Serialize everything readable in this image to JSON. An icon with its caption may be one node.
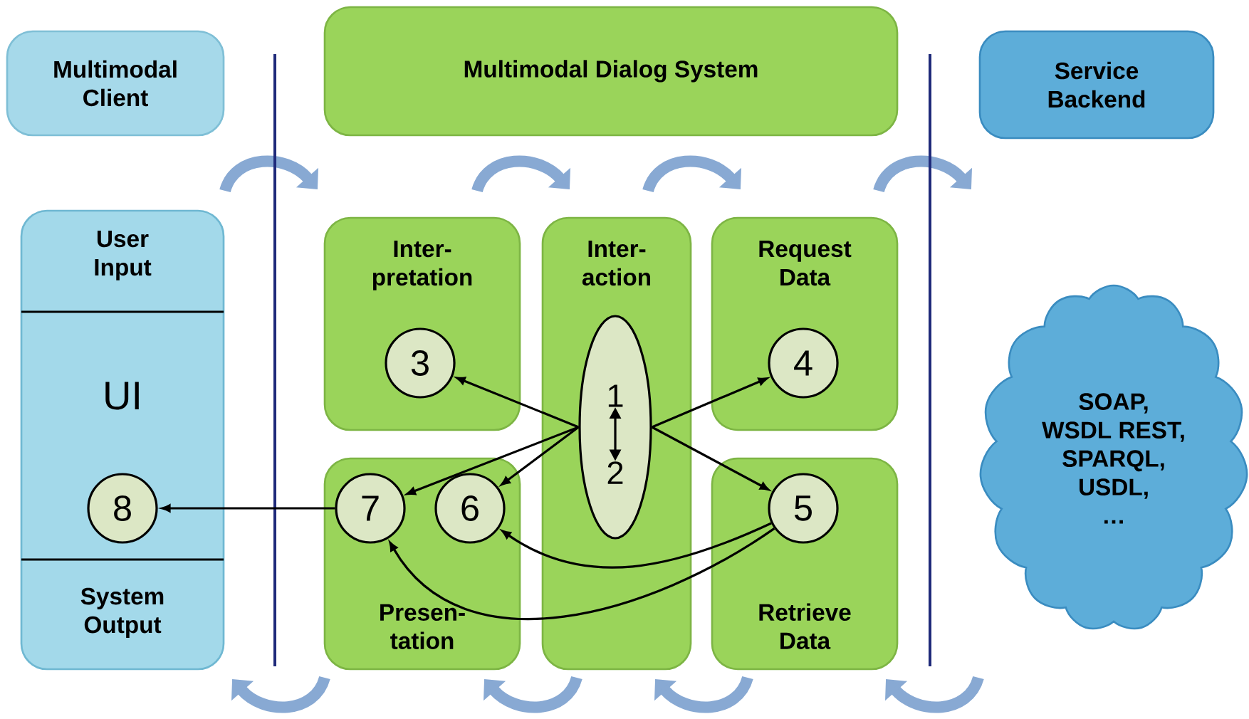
{
  "diagram": {
    "nodes": [
      {
        "text": [
          "Multimodal Client"
        ]
      },
      {
        "text": [
          "Multimodal Dialog System"
        ]
      },
      {
        "text": [
          "Service Backend"
        ]
      },
      {
        "text": [
          "User Input",
          "UI",
          "System Output"
        ]
      },
      {
        "text": [
          "8"
        ],
        "in": 3
      },
      {
        "text": [
          "Inter-pretation"
        ]
      },
      {
        "text": [
          "3"
        ],
        "in": 5
      },
      {
        "text": [
          "Inter-action"
        ]
      },
      {
        "text": [],
        "shape": "ellipse",
        "in": 7
      },
      {
        "text": [
          "1"
        ],
        "in": 8
      },
      {
        "text": [
          "2"
        ],
        "in": 8
      },
      {
        "text": [
          "Request Data"
        ]
      },
      {
        "text": [
          "4"
        ],
        "in": 11
      },
      {
        "text": [
          "Presen-tation"
        ]
      },
      {
        "text": [
          "7"
        ],
        "in": 13
      },
      {
        "text": [
          "6"
        ],
        "in": 13
      },
      {
        "text": [
          "Retrieve Data"
        ]
      },
      {
        "text": [
          "5"
        ],
        "in": 16
      },
      {
        "text": [
          "SOAP,",
          "WSDL REST,",
          "SPARQL,",
          "USDL,",
          "…"
        ]
      }
    ],
    "edges": [
      {
        "from": 9,
        "to": 10,
        "arrow": "both"
      },
      {
        "from": 8,
        "to": 6,
        "arrow": "to"
      },
      {
        "from": 8,
        "to": 12,
        "arrow": "to"
      },
      {
        "from": 8,
        "to": 17,
        "arrow": "to"
      },
      {
        "from": 8,
        "to": 14,
        "arrow": "to"
      },
      {
        "from": 8,
        "to": 15,
        "arrow": "to"
      },
      {
        "from": 17,
        "to": 15,
        "arrow": "to"
      },
      {
        "from": 17,
        "to": 14,
        "arrow": "to"
      },
      {
        "from": 14,
        "to": 4,
        "arrow": "to"
      }
    ]
  }
}
